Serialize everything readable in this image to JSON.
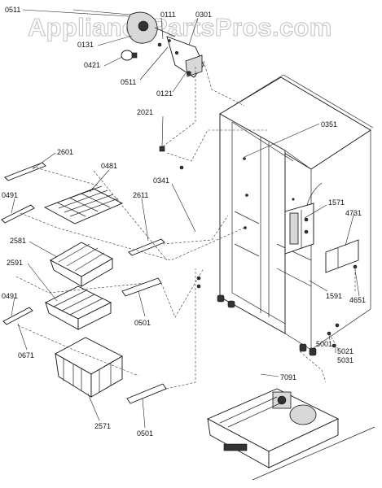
{
  "watermark": "AppliancePartsPros.com",
  "part_labels": {
    "p0511a": "0511",
    "p0111": "0111",
    "p0301": "0301",
    "p0131": "0131",
    "p0421": "0421",
    "p0511b": "0511",
    "p0121": "0121",
    "p2021": "2021",
    "p0351": "0351",
    "p2601": "2601",
    "p0481": "0481",
    "p0341": "0341",
    "p0491a": "0491",
    "p2611": "2611",
    "p1571": "1571",
    "p4731": "4731",
    "p2581": "2581",
    "p2591": "2591",
    "p0501a": "0501",
    "p1591": "1591",
    "p4651": "4651",
    "p0491b": "0491",
    "p0671": "0671",
    "p5001": "5001",
    "p5021": "5021",
    "p5031": "5031",
    "p7091": "7091",
    "p2571": "2571",
    "p0501b": "0501"
  }
}
